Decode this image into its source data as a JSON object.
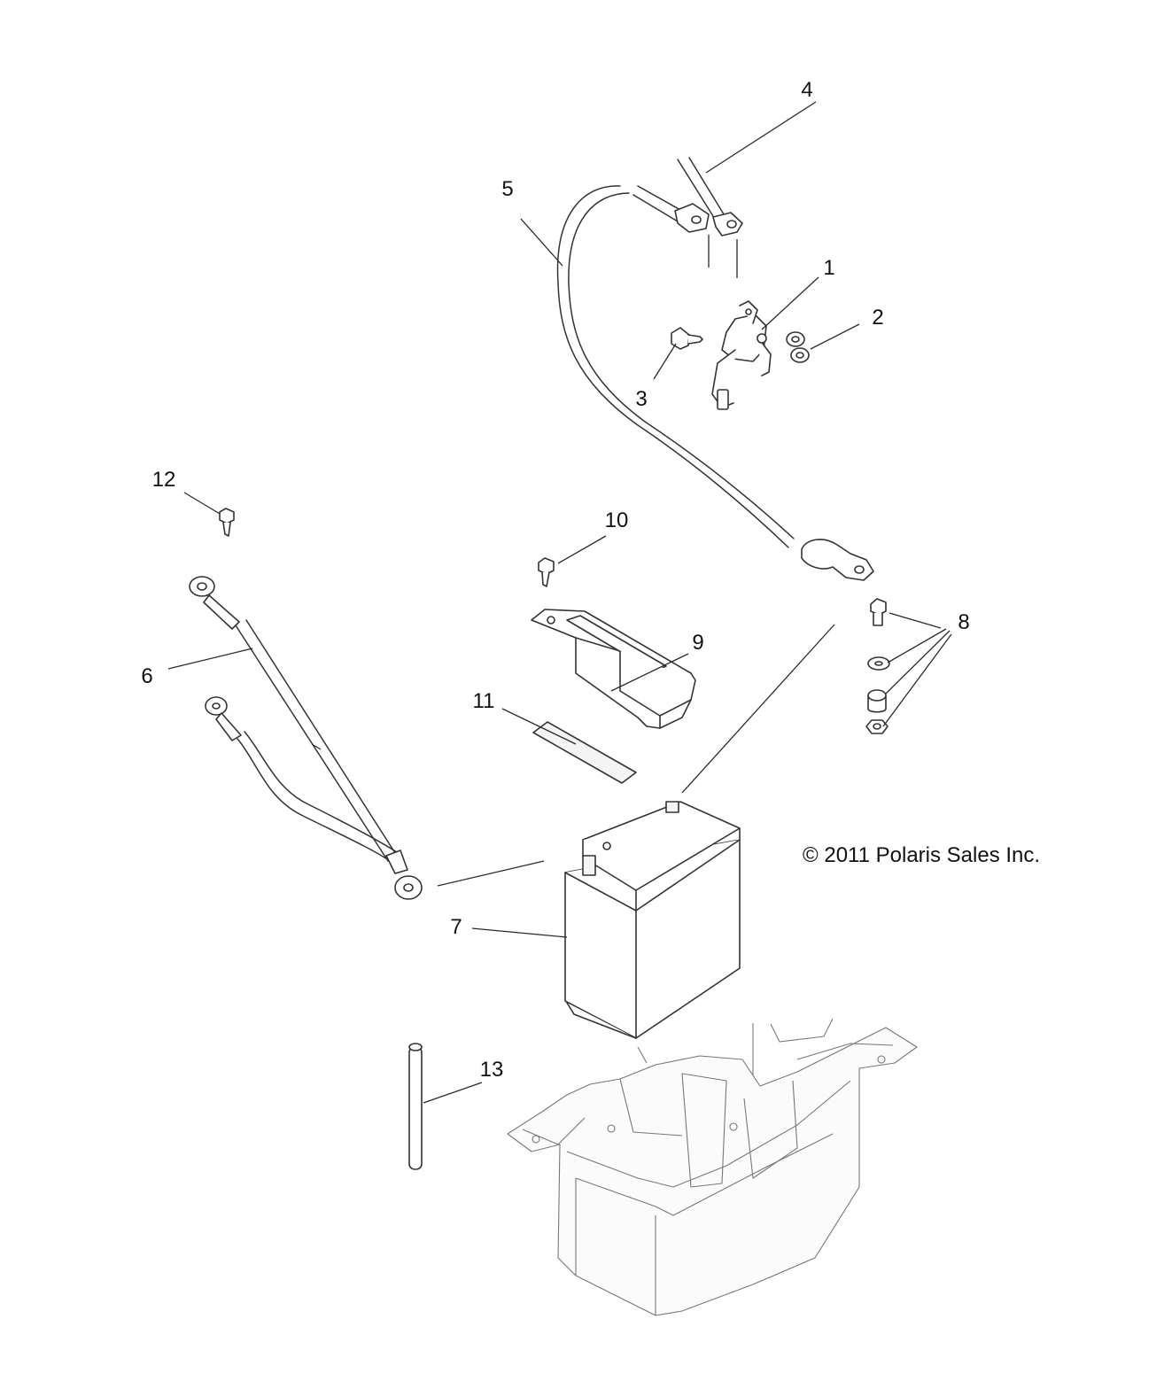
{
  "diagram": {
    "callouts": [
      {
        "id": "1",
        "text": "1"
      },
      {
        "id": "2",
        "text": "2"
      },
      {
        "id": "3",
        "text": "3"
      },
      {
        "id": "4",
        "text": "4"
      },
      {
        "id": "5",
        "text": "5"
      },
      {
        "id": "6",
        "text": "6"
      },
      {
        "id": "7",
        "text": "7"
      },
      {
        "id": "8",
        "text": "8"
      },
      {
        "id": "9",
        "text": "9"
      },
      {
        "id": "10",
        "text": "10"
      },
      {
        "id": "11",
        "text": "11"
      },
      {
        "id": "12",
        "text": "12"
      },
      {
        "id": "13",
        "text": "13"
      }
    ],
    "copyright": "© 2011 Polaris Sales Inc."
  }
}
